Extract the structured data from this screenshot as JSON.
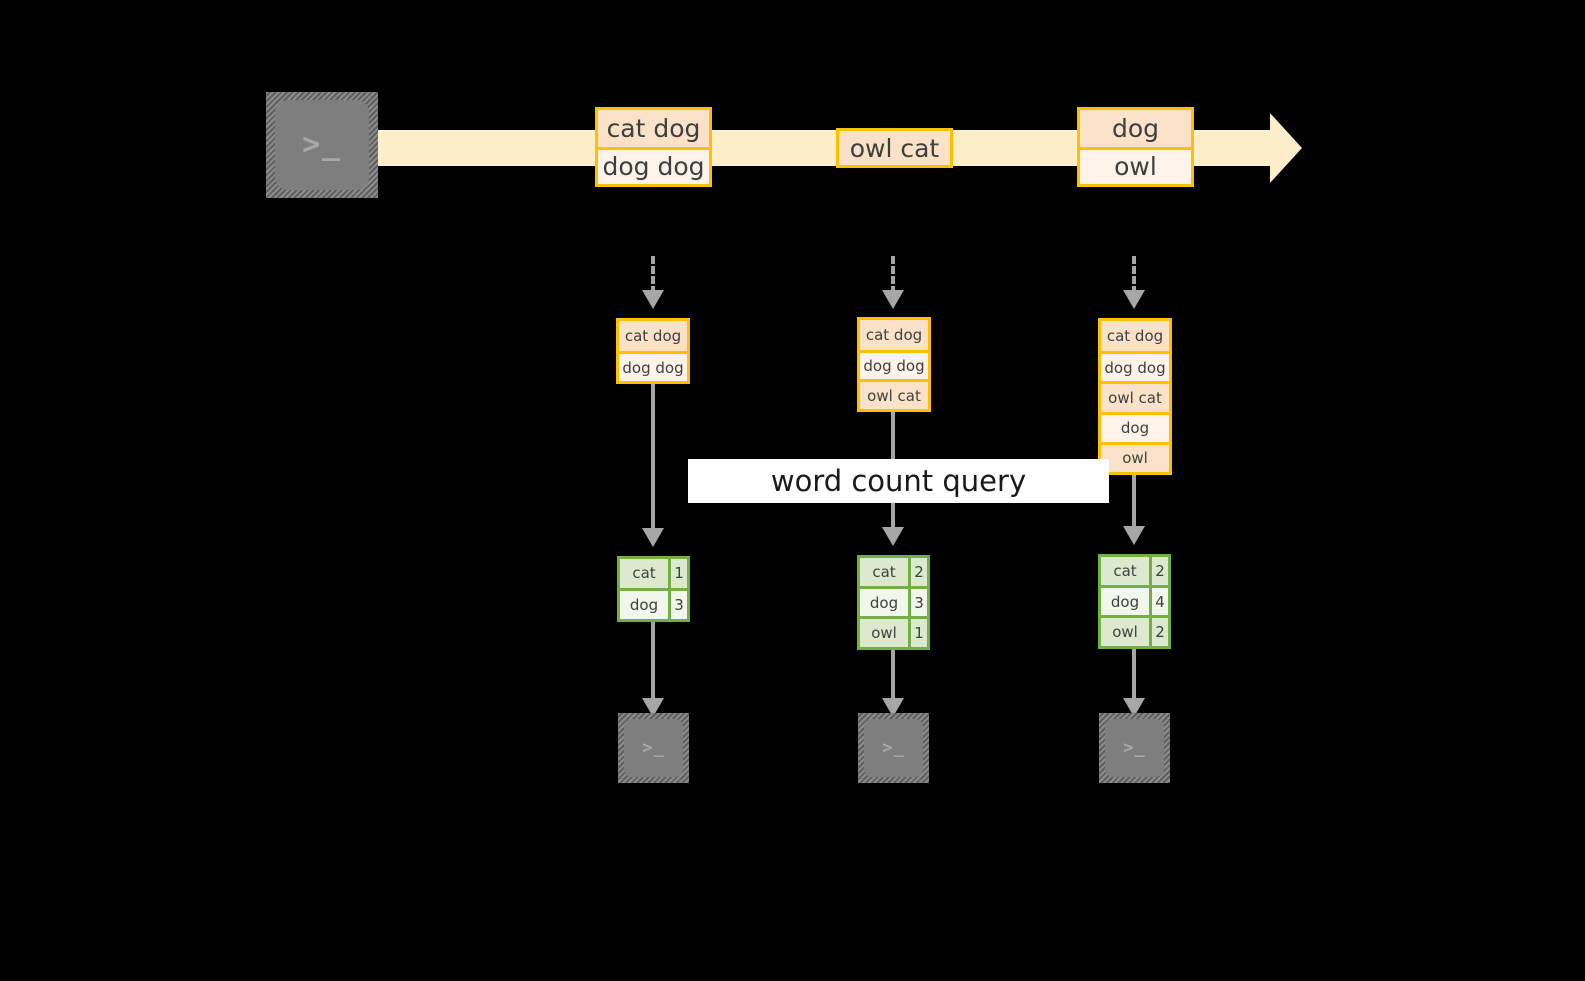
{
  "diagram": {
    "title_banner": "word count query",
    "colors": {
      "box_border": "#ffc000",
      "box_fill_dark": "#fae2c8",
      "box_fill_light": "#fdf3e8",
      "table_border": "#72b043",
      "table_fill_dark": "#dce9cf",
      "table_fill_light": "#f2f7ec",
      "stream_arrow": "#fdeecb",
      "connector": "#a6a6a6",
      "terminal": "#7e7e7e",
      "background": "#000000"
    },
    "source_terminal": {
      "icon": "terminal-prompt-icon",
      "glyph": ">_"
    },
    "stream": {
      "messages": [
        {
          "id": "msg-1",
          "lines": [
            "cat dog",
            "dog dog"
          ]
        },
        {
          "id": "msg-2",
          "lines": [
            "owl cat"
          ]
        },
        {
          "id": "msg-3",
          "lines": [
            "dog",
            "owl"
          ]
        }
      ]
    },
    "stages": [
      {
        "id": "stage-1",
        "state_lines": [
          "cat dog",
          "dog dog"
        ],
        "result": {
          "rows": [
            {
              "word": "cat",
              "count": "1"
            },
            {
              "word": "dog",
              "count": "3"
            }
          ]
        },
        "sink_terminal": {
          "icon": "terminal-prompt-icon",
          "glyph": ">_"
        }
      },
      {
        "id": "stage-2",
        "state_lines": [
          "cat dog",
          "dog dog",
          "owl cat"
        ],
        "result": {
          "rows": [
            {
              "word": "cat",
              "count": "2"
            },
            {
              "word": "dog",
              "count": "3"
            },
            {
              "word": "owl",
              "count": "1"
            }
          ]
        },
        "sink_terminal": {
          "icon": "terminal-prompt-icon",
          "glyph": ">_"
        }
      },
      {
        "id": "stage-3",
        "state_lines": [
          "cat dog",
          "dog dog",
          "owl cat",
          "dog",
          "owl"
        ],
        "result": {
          "rows": [
            {
              "word": "cat",
              "count": "2"
            },
            {
              "word": "dog",
              "count": "4"
            },
            {
              "word": "owl",
              "count": "2"
            }
          ]
        },
        "sink_terminal": {
          "icon": "terminal-prompt-icon",
          "glyph": ">_"
        }
      }
    ]
  }
}
